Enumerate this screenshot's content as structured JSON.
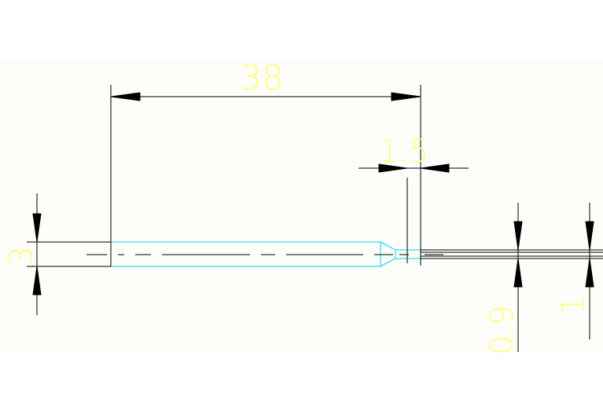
{
  "colors": {
    "background": "#fdfdf9",
    "page": "#ffffff",
    "line": "#000000",
    "part_outline": "#00e0f0",
    "dimension_text": "#ffff80"
  },
  "dimensions": {
    "length_38": "38",
    "length_1_5": "1.5",
    "diameter_3": "3",
    "diameter_0_9": "0.9",
    "diameter_1": "1"
  }
}
